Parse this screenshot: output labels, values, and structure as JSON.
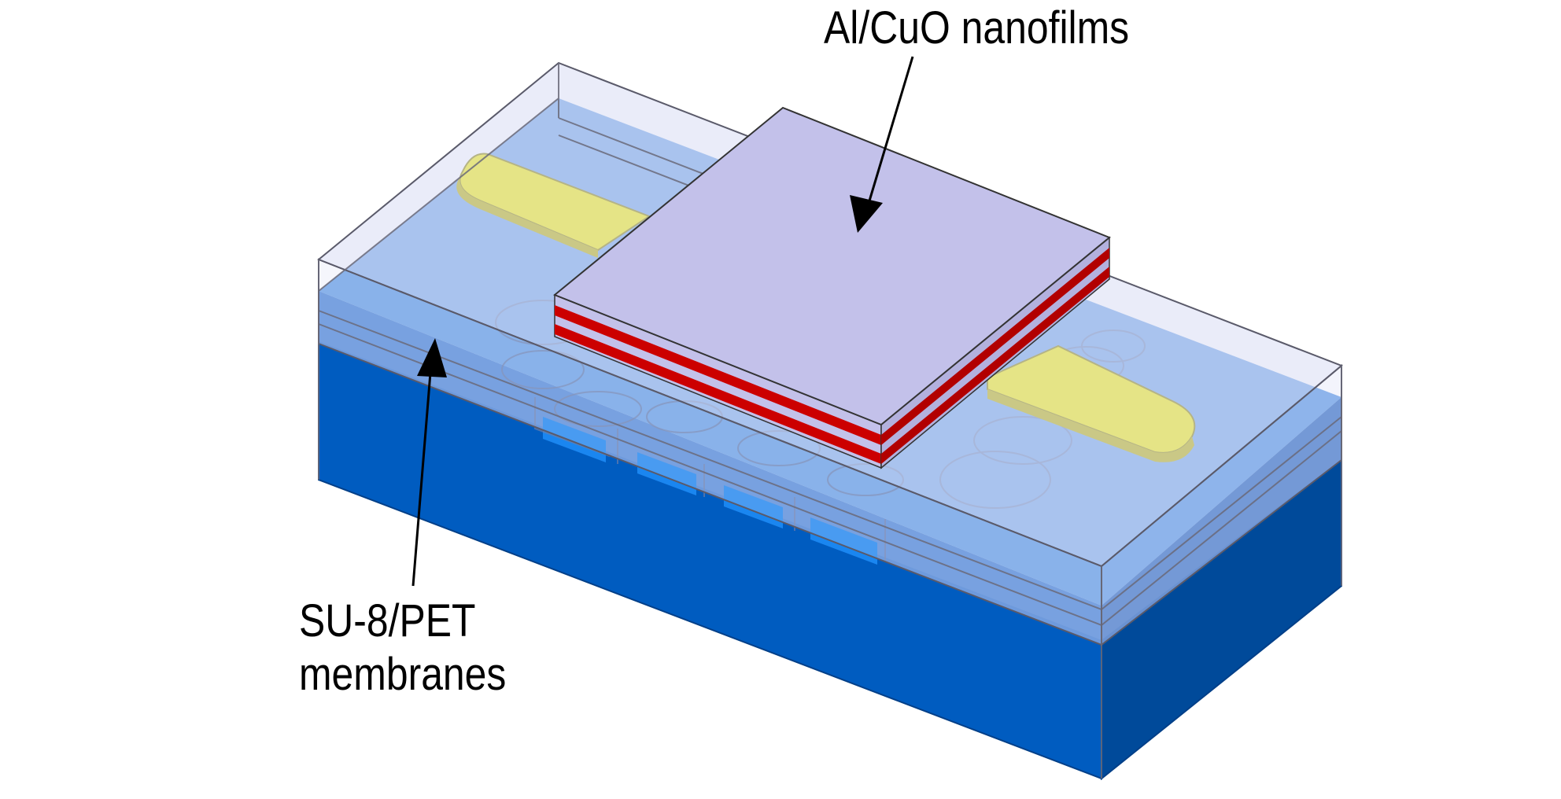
{
  "labels": {
    "nanofilms": "Al/CuO nanofilms",
    "membranes_line1": "SU-8/PET",
    "membranes_line2": "membranes"
  },
  "colors": {
    "substrate_front": "#005cc0",
    "substrate_side": "#004a9a",
    "substrate_top": "#3f86dc",
    "membrane_layer": "#cfd6f2",
    "channel_fill": "#5f9ae4",
    "chamber_fill": "#1a86f0",
    "electrode_yellow": "#f4ee00",
    "film_top": "#c3c1ea",
    "film_red": "#cc0000",
    "arrow": "#000000"
  }
}
